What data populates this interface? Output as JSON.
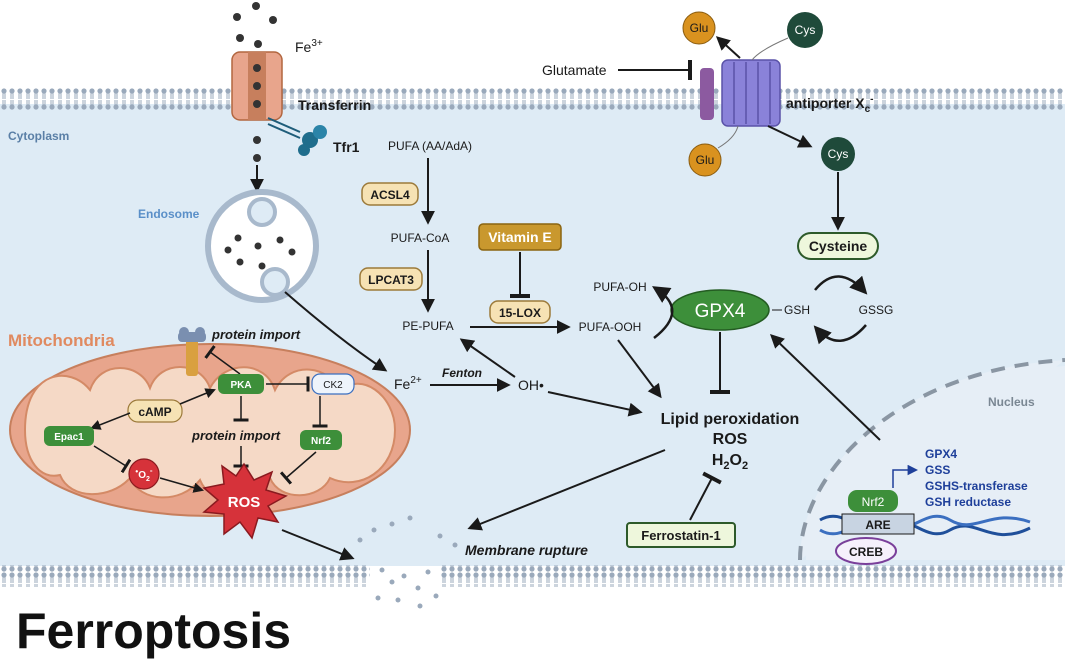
{
  "title": "Ferroptosis",
  "compartments": {
    "cytoplasm": "Cytoplasm",
    "endosome": "Endosome",
    "mitochondria": "Mitochondria",
    "nucleus": "Nucleus"
  },
  "iron_import": {
    "fe3": "Fe",
    "fe3_charge": "3+",
    "transferrin": "Transferrin",
    "tfr1": "Tfr1",
    "fe2": "Fe",
    "fe2_charge": "2+",
    "fenton": "Fenton",
    "oh": "OH•"
  },
  "system_xc": {
    "glutamate": "Glutamate",
    "glu_out": "Glu",
    "cys_out": "Cys",
    "glu_in": "Glu",
    "cys_in": "Cys",
    "antiporter": "antiporter X",
    "antiporter_sub": "c",
    "antiporter_sup": "-",
    "cysteine": "Cysteine"
  },
  "lipid_pathway": {
    "pufa": "PUFA (AA/AdA)",
    "acsl4": "ACSL4",
    "pufa_coa": "PUFA-CoA",
    "lpcat3": "LPCAT3",
    "pe_pufa": "PE-PUFA",
    "vitamin_e": "Vitamin E",
    "lox15": "15-LOX",
    "pufa_ooh": "PUFA-OOH",
    "pufa_oh": "PUFA-OH"
  },
  "glutathione": {
    "gpx4": "GPX4",
    "gsh": "GSH",
    "gssg": "GSSG"
  },
  "outcomes": {
    "lipid_peroxidation": "Lipid peroxidation",
    "ros": "ROS",
    "h2o2_h": "H",
    "h2o2_2a": "2",
    "h2o2_o": "O",
    "h2o2_2b": "2",
    "ferrostatin": "Ferrostatin-1",
    "membrane_rupture": "Membrane rupture"
  },
  "mitochondria_labels": {
    "protein_import_top": "protein import",
    "protein_import_mid": "protein import",
    "pka": "PKA",
    "ck2": "CK2",
    "camp": "cAMP",
    "epac1": "Epac1",
    "nrf2": "Nrf2",
    "superoxide": "O",
    "superoxide_sub": "2",
    "superoxide_dot": "•",
    "superoxide_charge": "-",
    "ros_burst": "ROS"
  },
  "nucleus_labels": {
    "nrf2": "Nrf2",
    "are": "ARE",
    "creb": "CREB",
    "targets": [
      "GPX4",
      "GSS",
      "GSHS-transferase",
      "GSH reductase"
    ]
  },
  "colors": {
    "cytoplasm_fill": "#deebf5",
    "membrane_lipid": "#9aa9bb",
    "mito_outer": "#e8a58c",
    "mito_inner": "#f5d9c6",
    "gpx4_green": "#3d8f3a",
    "enzyme_tan": "#f6e2b4",
    "vitamin_gold": "#c9982e",
    "glu_orange": "#d9921f",
    "cys_dark": "#1f4a3a",
    "ros_red": "#d6323a",
    "dna_blue": "#1f4f9a",
    "nucleus_dash": "#8a96a3",
    "transporter_purple": "#8a82d9",
    "text_blue_label": "#5a7fa6"
  }
}
